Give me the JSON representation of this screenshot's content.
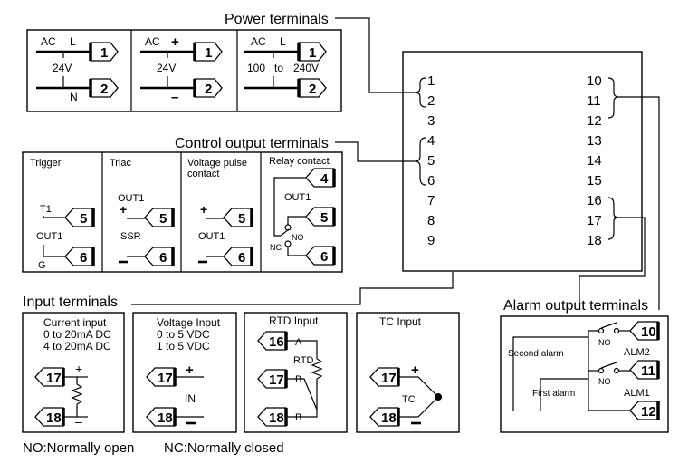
{
  "headers": {
    "power": "Power terminals",
    "control": "Control output terminals",
    "input": "Input terminals",
    "alarm": "Alarm output terminals"
  },
  "power": {
    "p1": {
      "ac": "AC",
      "l": "L",
      "v": "24V",
      "n": "N",
      "t1": "1",
      "t2": "2"
    },
    "p2": {
      "ac": "AC",
      "plus": "+",
      "v": "24V",
      "minus": "–",
      "t1": "1",
      "t2": "2"
    },
    "p3": {
      "ac": "AC",
      "l": "L",
      "v100": "100",
      "to": "to",
      "v240": "240V",
      "t1": "1",
      "t2": "2"
    }
  },
  "device": {
    "left_terminals": [
      "1",
      "2",
      "3",
      "4",
      "5",
      "6",
      "7",
      "8",
      "9"
    ],
    "right_terminals": [
      "10",
      "11",
      "12",
      "13",
      "14",
      "15",
      "16",
      "17",
      "18"
    ]
  },
  "control": {
    "trigger": {
      "title": "Trigger",
      "t1": "T1",
      "out1": "OUT1",
      "g": "G",
      "a": "5",
      "b": "6"
    },
    "triac": {
      "title": "Triac",
      "out1": "OUT1",
      "plus": "+",
      "ssr": "SSR",
      "a": "5",
      "b": "6"
    },
    "voltage": {
      "title1": "Voltage pulse",
      "title2": "contact",
      "plus": "+",
      "out1": "OUT1",
      "a": "5",
      "b": "6"
    },
    "relay": {
      "title": "Relay contact",
      "out1": "OUT1",
      "no": "NO",
      "nc": "NC",
      "a": "4",
      "b": "5",
      "c": "6"
    }
  },
  "input": {
    "current": {
      "title": "Current input",
      "r1": "0 to 20mA DC",
      "r2": "4 to 20mA DC",
      "plus": "+",
      "minus": "–",
      "a": "17",
      "b": "18"
    },
    "voltage": {
      "title": "Voltage Input",
      "r1": "0 to 5 VDC",
      "r2": "1 to 5 VDC",
      "plus": "+",
      "in": "IN",
      "a": "17",
      "b": "18"
    },
    "rtd": {
      "title": "RTD Input",
      "a_lbl": "A",
      "rtd": "RTD",
      "b1": "B",
      "b2": "B",
      "a": "16",
      "b": "17",
      "c": "18"
    },
    "tc": {
      "title": "TC Input",
      "plus": "+",
      "tc": "TC",
      "a": "17",
      "b": "18"
    }
  },
  "alarm": {
    "second": "Second alarm",
    "first": "First alarm",
    "no1": "NO",
    "no2": "NO",
    "alm2": "ALM2",
    "alm1": "ALM1",
    "a": "10",
    "b": "11",
    "c": "12"
  },
  "notes": {
    "no": "NO:Normally open",
    "nc": "NC:Normally closed"
  }
}
